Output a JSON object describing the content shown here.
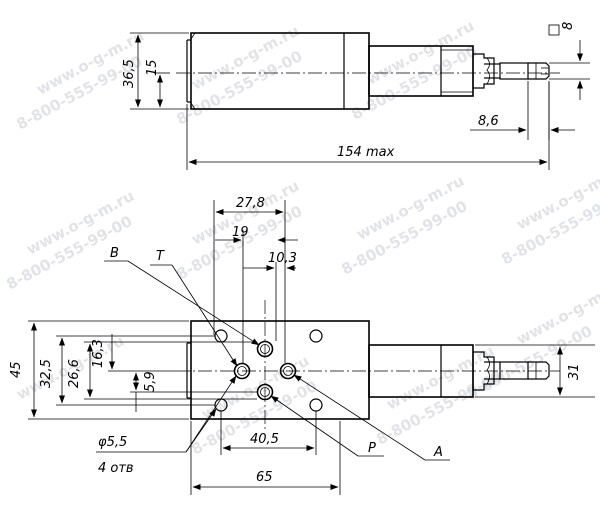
{
  "watermarks": {
    "site": "www.o-g-m.ru",
    "phone": "8-800-555-99-00"
  },
  "top_view": {
    "dim_height_total": "36,5",
    "dim_height_inner": "15",
    "dim_square": "8",
    "dim_length_right": "8,6",
    "dim_length_max": "154 max"
  },
  "front_view": {
    "dim_27_8": "27,8",
    "dim_19": "19",
    "dim_10_3": "10,3",
    "port_B": "B",
    "port_T": "T",
    "port_P": "P",
    "port_A": "A",
    "dim_45": "45",
    "dim_32_5": "32,5",
    "dim_26_6": "26,6",
    "dim_16_3": "16,3",
    "dim_5_9": "5,9",
    "dim_31": "31",
    "hole_dia": "φ5,5",
    "hole_count": "4 отв",
    "dim_40_5": "40,5",
    "dim_65": "65"
  }
}
